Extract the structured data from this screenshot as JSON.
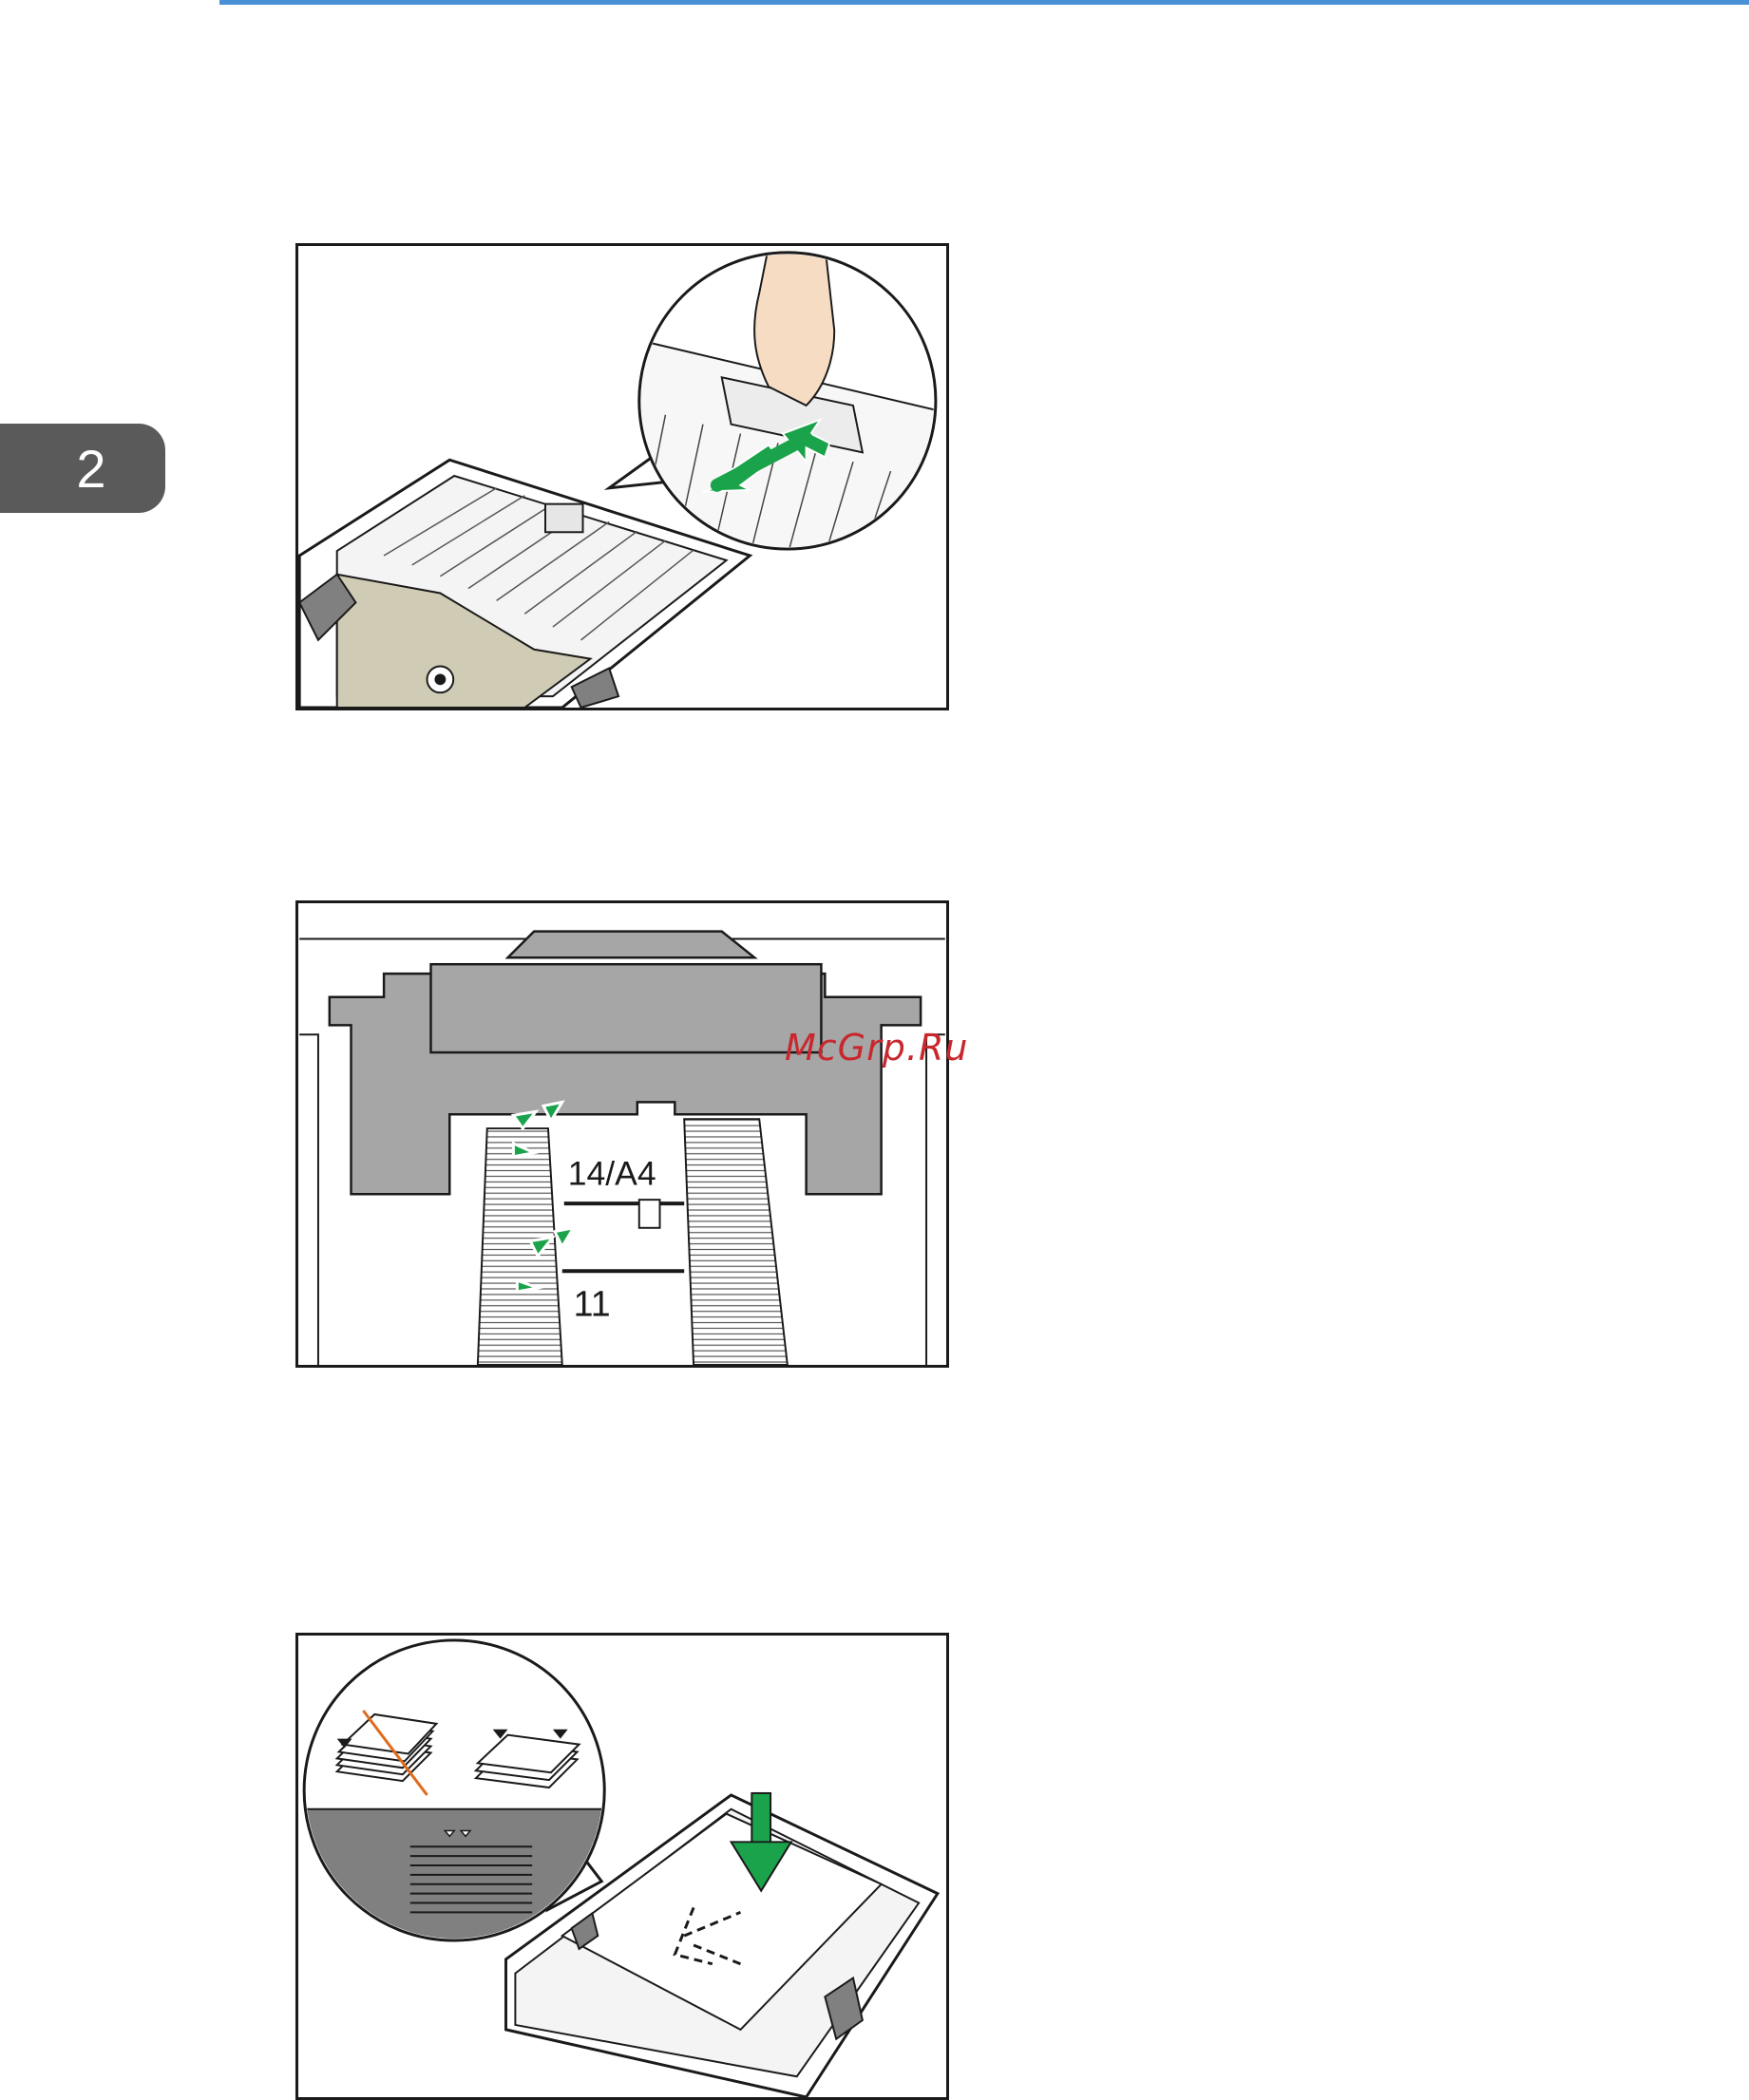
{
  "page": {
    "chapter_number": "2",
    "accent_color": "#4a90d9",
    "tab_color": "#5a5a5a",
    "watermark": {
      "text": "McGrp.Ru",
      "color": "#c8282d"
    }
  },
  "figures": [
    {
      "label_1": ""
    },
    {
      "label_1": "14/A4",
      "label_2": "11"
    },
    {
      "label_1": ""
    }
  ],
  "colors": {
    "arrow_green": "#1aa34a",
    "guide_gray": "#a6a6a6",
    "beige": "#cfcbb4",
    "tray_dark": "#808080"
  }
}
